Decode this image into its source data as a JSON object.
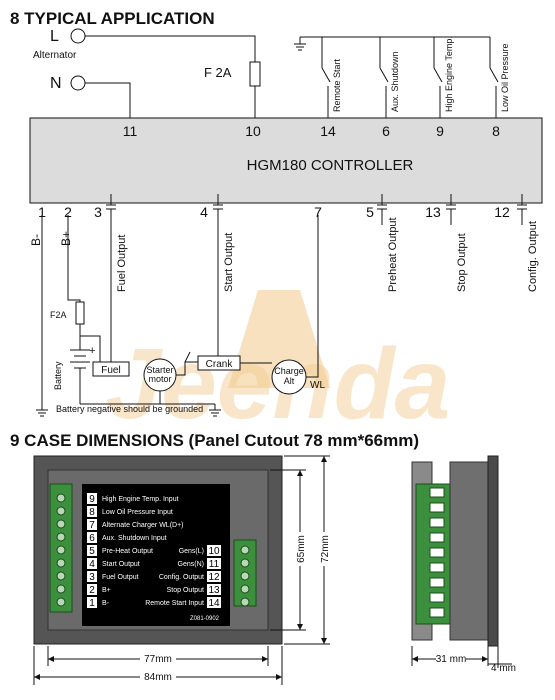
{
  "section8": {
    "title": "8 TYPICAL APPLICATION",
    "inputs": {
      "L": "L",
      "N": "N",
      "alternator": "Alternator",
      "fuse": "F 2A"
    },
    "controller_label": "HGM180 CONTROLLER",
    "top_terminals": [
      "11",
      "10",
      "14",
      "6",
      "9",
      "8"
    ],
    "switch_labels": [
      "Remote Start",
      "Aux. Shutdown",
      "High Engine Temp.",
      "Low Oil Pressure"
    ],
    "bottom_terminals": [
      "1",
      "2",
      "3",
      "4",
      "7",
      "5",
      "13",
      "12"
    ],
    "output_labels": [
      "Fuel Output",
      "Start Output",
      "Preheat Output",
      "Stop Output",
      "Config. Output"
    ],
    "side_labels": {
      "b_minus": "B-",
      "b_plus": "B+"
    },
    "components": {
      "fuse": "F2A",
      "battery": "Battery",
      "plus": "+",
      "fuel": "Fuel",
      "starter": "Starter motor",
      "crank": "Crank",
      "charge_alt": "Charge Alt",
      "wl": "WL"
    },
    "ground_note": "Battery negative should be grounded",
    "watermark": "Jeenda"
  },
  "section9": {
    "title": "9 CASE DIMENSIONS (Panel Cutout 78 mm*66mm)",
    "terminals_left": [
      {
        "num": "9",
        "label": "High Engine Temp. Input"
      },
      {
        "num": "8",
        "label": "Low Oil Pressure Input"
      },
      {
        "num": "7",
        "label": "Alternate Charger WL(D+)"
      },
      {
        "num": "6",
        "label": "Aux. Shutdown Input"
      },
      {
        "num": "5",
        "label": "Pre-Heat Output"
      },
      {
        "num": "4",
        "label": "Start Output"
      },
      {
        "num": "3",
        "label": "Fuel Output"
      },
      {
        "num": "2",
        "label": "B+"
      },
      {
        "num": "1",
        "label": "B-"
      }
    ],
    "terminals_right": [
      {
        "num": "10",
        "label": "Gens(L)"
      },
      {
        "num": "11",
        "label": "Gens(N)"
      },
      {
        "num": "12",
        "label": "Config. Output"
      },
      {
        "num": "13",
        "label": "Stop Output"
      },
      {
        "num": "14",
        "label": "Remote Start Input"
      }
    ],
    "part_code": "Z081-0902",
    "dims": {
      "w77": "77mm",
      "w84": "84mm",
      "h65": "65mm",
      "h72": "72mm",
      "d31": "31 mm",
      "d4": "4 mm"
    }
  }
}
